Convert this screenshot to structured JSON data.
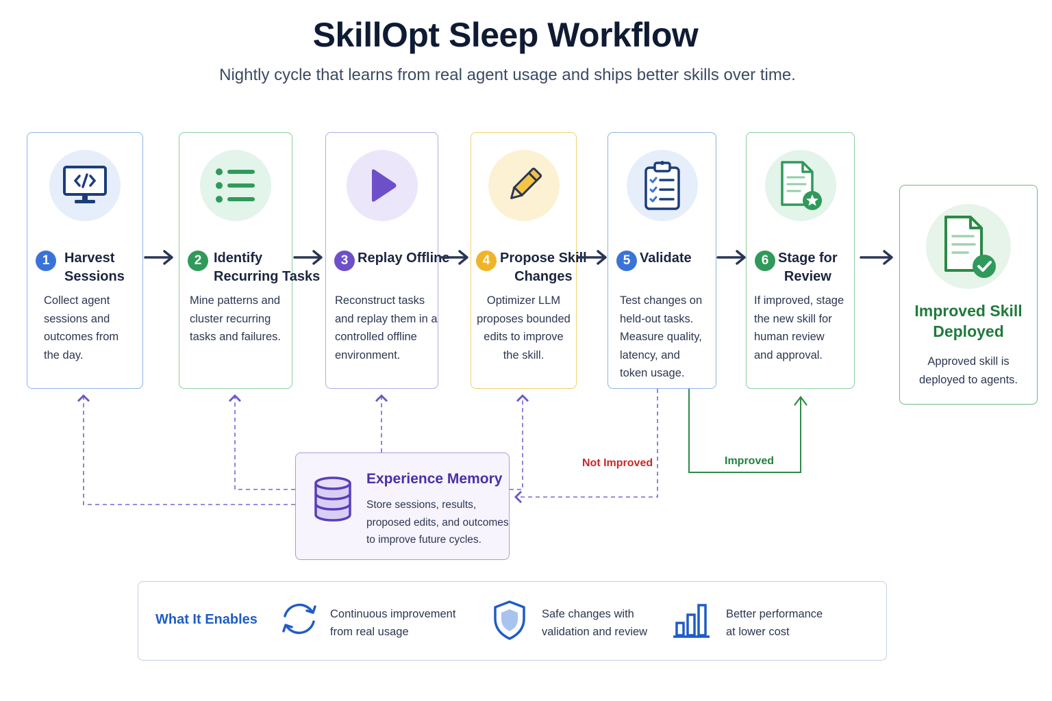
{
  "title": "SkillOpt Sleep Workflow",
  "subtitle": "Nightly cycle that learns from real agent usage and ships better skills over time.",
  "steps": [
    {
      "num": "1",
      "title": "Harvest\nSessions",
      "desc": "Collect agent\nsessions and\noutcomes from\nthe day.",
      "icon": "monitor-code-icon",
      "color": "#3a73d8"
    },
    {
      "num": "2",
      "title": "Identify\nRecurring Tasks",
      "desc": "Mine patterns and\ncluster recurring\ntasks and failures.",
      "icon": "list-icon",
      "color": "#2f9a5a"
    },
    {
      "num": "3",
      "title": "Replay Offline",
      "desc": "Reconstruct tasks\nand replay them in a\ncontrolled offline\nenvironment.",
      "icon": "play-icon",
      "color": "#6d4fc9"
    },
    {
      "num": "4",
      "title": "Propose Skill\nChanges",
      "desc": "Optimizer LLM\nproposes bounded\nedits to improve\nthe skill.",
      "icon": "pencil-icon",
      "color": "#f0b429"
    },
    {
      "num": "5",
      "title": "Validate",
      "desc": "Test changes on\nheld-out tasks.\nMeasure quality,\nlatency, and\ntoken usage.",
      "icon": "clipboard-check-icon",
      "color": "#3a73d8"
    },
    {
      "num": "6",
      "title": "Stage for\nReview",
      "desc": "If improved, stage\nthe new skill for\nhuman review\nand approval.",
      "icon": "document-star-icon",
      "color": "#2f9a5a"
    }
  ],
  "final": {
    "title": "Improved Skill\nDeployed",
    "desc": "Approved skill is\ndeployed to agents.",
    "icon": "document-check-icon"
  },
  "memory": {
    "title": "Experience Memory",
    "desc": "Store sessions, results,\nproposed edits, and outcomes\nto improve future cycles.",
    "icon": "database-icon"
  },
  "branch_labels": {
    "not_improved": "Not Improved",
    "improved": "Improved"
  },
  "enables": {
    "title": "What It Enables",
    "items": [
      {
        "text": "Continuous improvement\nfrom real usage",
        "icon": "cycle-arrows-icon"
      },
      {
        "text": "Safe changes with\nvalidation and review",
        "icon": "shield-icon"
      },
      {
        "text": "Better performance\nat lower cost",
        "icon": "bar-chart-icon"
      }
    ]
  },
  "colors": {
    "blue": "#3a73d8",
    "green": "#2f9a5a",
    "purple": "#6d4fc9",
    "yellow": "#f0b429",
    "red": "#c62828",
    "navy": "#2a3654"
  }
}
